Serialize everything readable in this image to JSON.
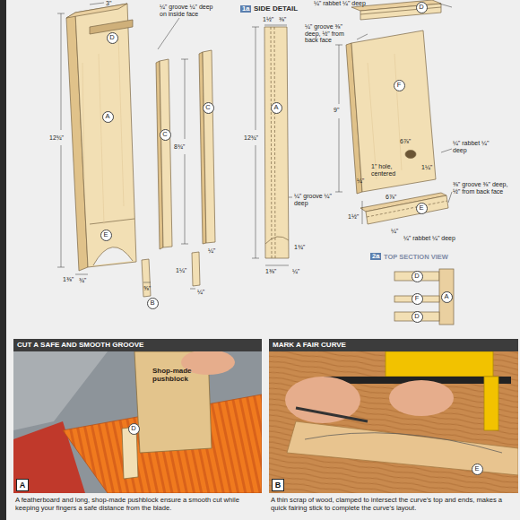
{
  "diagram": {
    "nodes": [
      {
        "text": [
          "A"
        ]
      },
      {
        "text": [
          "D"
        ]
      },
      {
        "text": [
          "E"
        ]
      },
      {
        "text": [
          "C"
        ]
      },
      {
        "text": [
          "C"
        ]
      },
      {
        "text": [
          "B"
        ]
      },
      {
        "text": [
          "A"
        ]
      },
      {
        "text": [
          "D"
        ]
      },
      {
        "text": [
          "F"
        ]
      },
      {
        "text": [
          "E"
        ]
      },
      {
        "text": [
          "D"
        ]
      },
      {
        "text": [
          "A"
        ]
      },
      {
        "text": [
          "F"
        ]
      },
      {
        "text": [
          "D"
        ]
      },
      {
        "text": [
          "CUT A SAFE AND SMOOTH GROOVE",
          "A featherboard and long, shop-made pushblock ensure a smooth cut while keeping your fingers a safe distance from the blade."
        ]
      },
      {
        "text": [
          "A"
        ],
        "in": 14
      },
      {
        "text": [
          "D"
        ],
        "in": 14
      },
      {
        "text": [
          "MARK A FAIR CURVE",
          "A thin scrap of wood, clamped to intersect the curve's top and ends, makes a quick fairing stick to complete the curve's layout."
        ]
      },
      {
        "text": [
          "B"
        ],
        "in": 17
      },
      {
        "text": [
          "E"
        ],
        "in": 17
      }
    ],
    "labels": [
      "3\"",
      "¼\" groove ¼\" deep on inside face",
      "12¾\"",
      "8¾\"",
      "1⅜\"",
      "¾\"",
      "⅝\"",
      "1¼\"",
      "¼\"",
      "¼\"",
      "1a",
      "SIDE DETAIL",
      "1½\"",
      "⅜\"",
      "12¾\"",
      "¼\" groove ¼\" deep",
      "1¾\"",
      "1⅜\"",
      "¼\"",
      "¼\" rabbet ¼\" deep",
      "¼\" groove ⅜\" deep, ½\" from back face",
      "9\"",
      "¼\"",
      "6⅞\"",
      "1\" hole, centered",
      "1¼\"",
      "¼\" rabbet ¼\" deep",
      "6⅞\"",
      "⅜\" groove ⅜\" deep, ½\" from back face",
      "1½\"",
      "¼\"",
      "¼\" rabbet ¼\" deep",
      "2a",
      "TOP SECTION VIEW",
      "Shop-made pushblock"
    ]
  }
}
